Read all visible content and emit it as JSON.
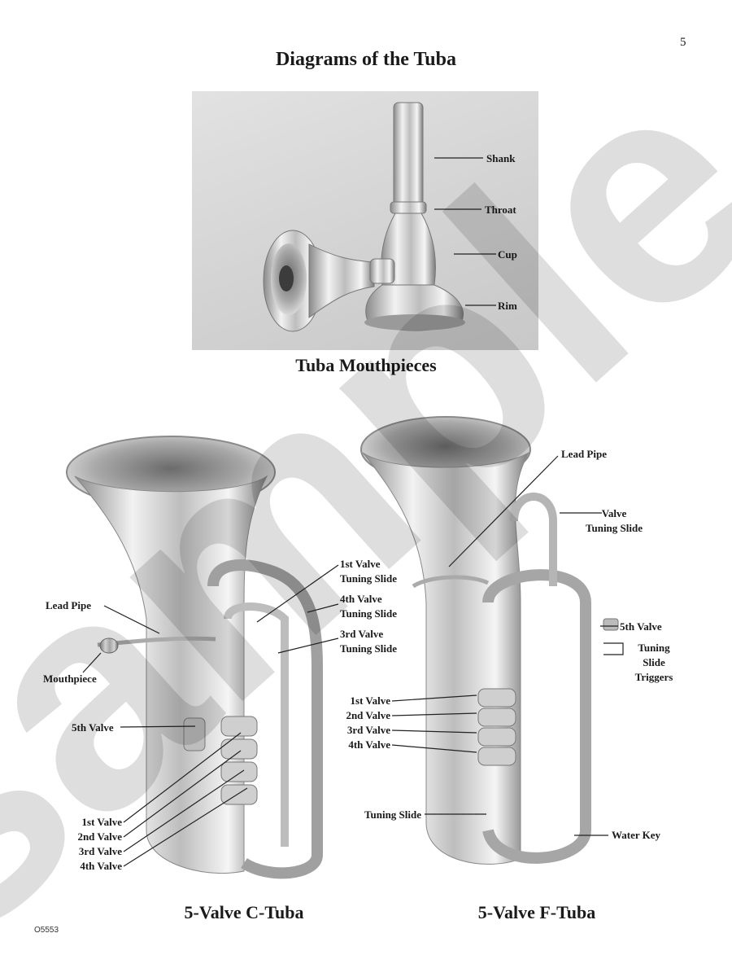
{
  "page": {
    "number": "5",
    "title": "Diagrams of the Tuba",
    "code": "O5553",
    "watermark": "sample"
  },
  "mouthpiece": {
    "caption": "Tuba Mouthpieces",
    "labels": {
      "shank": "Shank",
      "throat": "Throat",
      "cup": "Cup",
      "rim": "Rim"
    }
  },
  "c_tuba": {
    "caption": "5-Valve C-Tuba",
    "labels": {
      "lead_pipe": "Lead Pipe",
      "mouthpiece": "Mouthpiece",
      "fifth_valve": "5th Valve",
      "first_valve_slide_1": "1st Valve",
      "first_valve_slide_2": "Tuning Slide",
      "fourth_valve_slide_1": "4th Valve",
      "fourth_valve_slide_2": "Tuning Slide",
      "third_valve_slide_1": "3rd Valve",
      "third_valve_slide_2": "Tuning Slide",
      "valve_1": "1st Valve",
      "valve_2": "2nd Valve",
      "valve_3": "3rd Valve",
      "valve_4": "4th Valve"
    }
  },
  "f_tuba": {
    "caption": "5-Valve F-Tuba",
    "labels": {
      "lead_pipe": "Lead Pipe",
      "valve_slide_1": "Valve",
      "valve_slide_2": "Tuning Slide",
      "fifth_valve": "5th Valve",
      "triggers_1": "Tuning",
      "triggers_2": "Slide",
      "triggers_3": "Triggers",
      "valve_1": "1st Valve",
      "valve_2": "2nd Valve",
      "valve_3": "3rd Valve",
      "valve_4": "4th Valve",
      "tuning_slide": "Tuning Slide",
      "water_key": "Water Key"
    }
  }
}
